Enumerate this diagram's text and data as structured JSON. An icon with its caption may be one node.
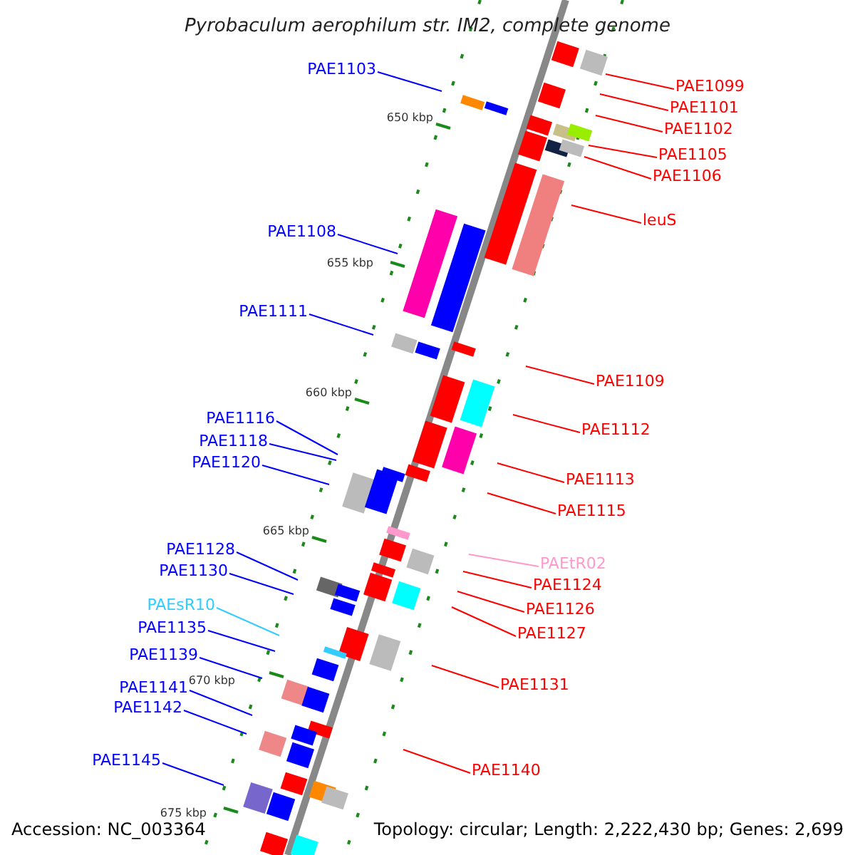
{
  "diagram": {
    "title": "Pyrobaculum aerophilum str. IM2, complete genome",
    "nodes": [
      {
        "text": [
          "PAE1103"
        ]
      },
      {
        "text": [
          "PAE1099"
        ]
      },
      {
        "text": [
          "PAE1101"
        ]
      },
      {
        "text": [
          "PAE1102"
        ]
      },
      {
        "text": [
          "PAE1105"
        ]
      },
      {
        "text": [
          "PAE1106"
        ]
      },
      {
        "text": [
          "leuS"
        ]
      },
      {
        "text": [
          "PAE1108"
        ]
      },
      {
        "text": [
          "PAE1111"
        ]
      },
      {
        "text": [
          "PAE1109"
        ]
      },
      {
        "text": [
          "PAE1116"
        ]
      },
      {
        "text": [
          "PAE1112"
        ]
      },
      {
        "text": [
          "PAE1118"
        ]
      },
      {
        "text": [
          "PAE1120"
        ]
      },
      {
        "text": [
          "PAE1113"
        ]
      },
      {
        "text": [
          "PAE1115"
        ]
      },
      {
        "text": [
          "PAE1128"
        ]
      },
      {
        "text": [
          "PAEtR02"
        ]
      },
      {
        "text": [
          "PAE1130"
        ]
      },
      {
        "text": [
          "PAE1124"
        ]
      },
      {
        "text": [
          "PAEsR10"
        ]
      },
      {
        "text": [
          "PAE1126"
        ]
      },
      {
        "text": [
          "PAE1135"
        ]
      },
      {
        "text": [
          "PAE1127"
        ]
      },
      {
        "text": [
          "PAE1139"
        ]
      },
      {
        "text": [
          "PAE1131"
        ]
      },
      {
        "text": [
          "PAE1141"
        ]
      },
      {
        "text": [
          "PAE1142"
        ]
      },
      {
        "text": [
          "PAE1145"
        ]
      },
      {
        "text": [
          "PAE1140"
        ]
      }
    ],
    "edges": [
      {
        "from": 0,
        "to": null,
        "arrow": "none",
        "color": "#0000ff"
      },
      {
        "from": 1,
        "to": null,
        "arrow": "none"
      },
      {
        "from": 2,
        "to": null,
        "arrow": "none"
      },
      {
        "from": 3,
        "to": null,
        "arrow": "none"
      },
      {
        "from": 4,
        "to": null,
        "arrow": "none"
      },
      {
        "from": 5,
        "to": null,
        "arrow": "none"
      },
      {
        "from": 6,
        "to": null,
        "arrow": "none"
      },
      {
        "from": 7,
        "to": null,
        "arrow": "none",
        "color": "#0000ff"
      },
      {
        "from": 8,
        "to": null,
        "arrow": "none",
        "color": "#0000ff"
      },
      {
        "from": 9,
        "to": null,
        "arrow": "none"
      },
      {
        "from": 10,
        "to": null,
        "arrow": "none",
        "color": "#0000ff"
      },
      {
        "from": 11,
        "to": null,
        "arrow": "none"
      },
      {
        "from": 12,
        "to": null,
        "arrow": "none",
        "color": "#0000ff"
      },
      {
        "from": 13,
        "to": null,
        "arrow": "none",
        "color": "#0000ff"
      },
      {
        "from": 14,
        "to": null,
        "arrow": "none"
      },
      {
        "from": 15,
        "to": null,
        "arrow": "none"
      },
      {
        "from": 16,
        "to": null,
        "arrow": "none",
        "color": "#0000ff"
      },
      {
        "from": 17,
        "to": null,
        "arrow": "none",
        "color": "#ff99cc"
      },
      {
        "from": 18,
        "to": null,
        "arrow": "none",
        "color": "#0000ff"
      },
      {
        "from": 19,
        "to": null,
        "arrow": "none"
      },
      {
        "from": 20,
        "to": null,
        "arrow": "none",
        "color": "#33ccff"
      },
      {
        "from": 21,
        "to": null,
        "arrow": "none"
      },
      {
        "from": 22,
        "to": null,
        "arrow": "none",
        "color": "#0000ff"
      },
      {
        "from": 23,
        "to": null,
        "arrow": "none"
      },
      {
        "from": 24,
        "to": null,
        "arrow": "none",
        "color": "#0000ff"
      },
      {
        "from": 25,
        "to": null,
        "arrow": "none"
      },
      {
        "from": 26,
        "to": null,
        "arrow": "none",
        "color": "#0000ff"
      },
      {
        "from": 27,
        "to": null,
        "arrow": "none",
        "color": "#0000ff"
      },
      {
        "from": 28,
        "to": null,
        "arrow": "none",
        "color": "#0000ff"
      },
      {
        "from": 29,
        "to": null,
        "arrow": "none"
      }
    ],
    "labels": [
      "650 kbp",
      "655 kbp",
      "660 kbp",
      "665 kbp",
      "670 kbp",
      "675 kbp",
      "Accession: NC_003364",
      "Topology: circular; Length: 2,222,430 bp; Genes: 2,699"
    ]
  }
}
